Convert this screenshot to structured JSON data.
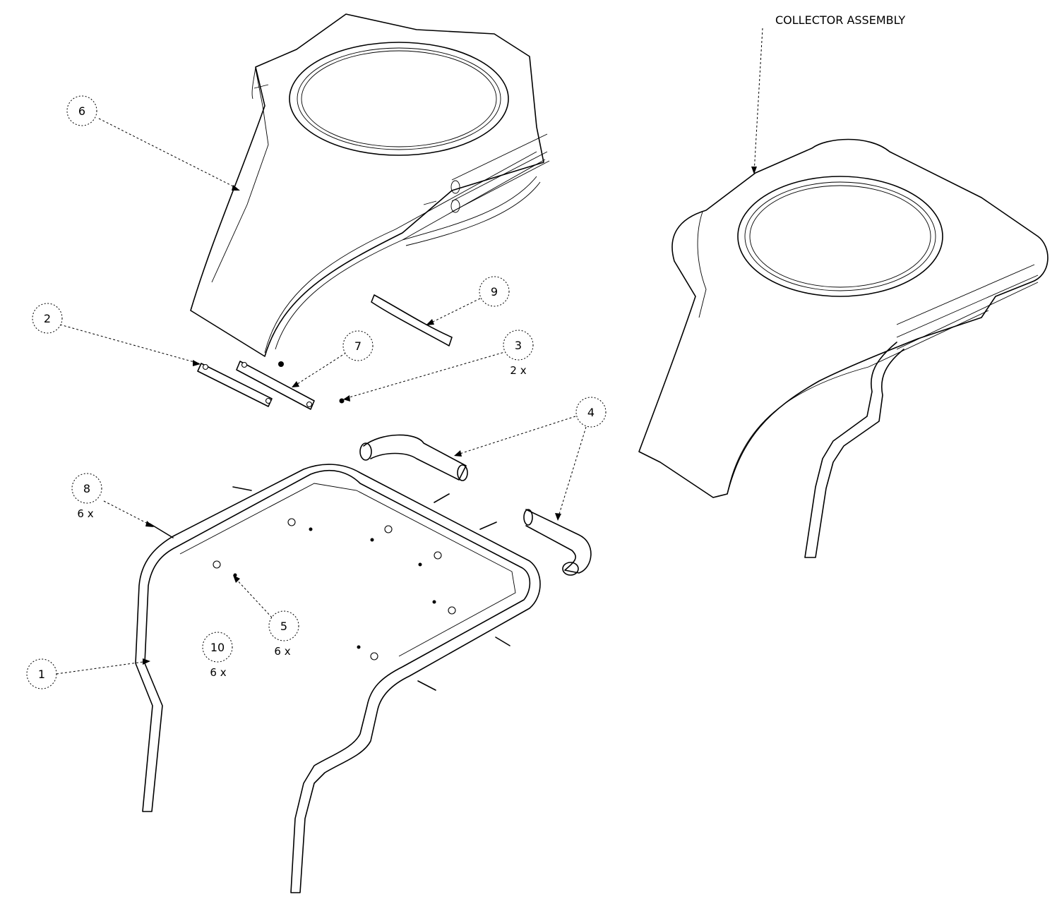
{
  "assembly_label": "COLLECTOR ASSEMBLY",
  "callouts": [
    {
      "id": "1",
      "qty": ""
    },
    {
      "id": "2",
      "qty": ""
    },
    {
      "id": "3",
      "qty": "2 x"
    },
    {
      "id": "4",
      "qty": ""
    },
    {
      "id": "5",
      "qty": "6 x"
    },
    {
      "id": "6",
      "qty": ""
    },
    {
      "id": "7",
      "qty": ""
    },
    {
      "id": "8",
      "qty": "6 x"
    },
    {
      "id": "9",
      "qty": ""
    },
    {
      "id": "10",
      "qty": "6 x"
    }
  ]
}
